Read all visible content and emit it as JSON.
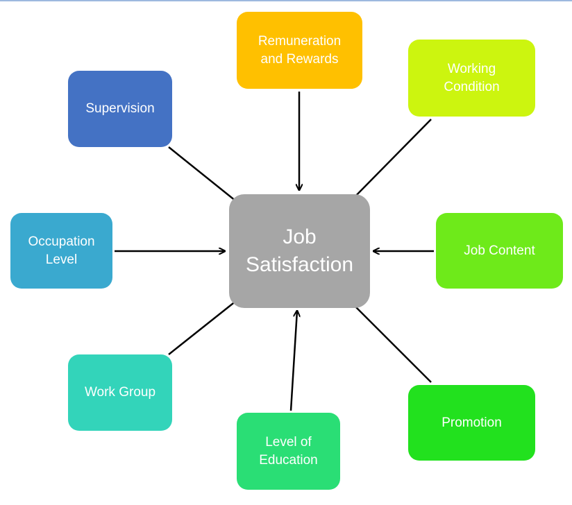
{
  "center": {
    "label_line1": "Job",
    "label_line2": "Satisfaction",
    "color": "#A6A6A6"
  },
  "factors": [
    {
      "id": "remuneration",
      "line1": "Remuneration",
      "line2": "and Rewards",
      "color": "#FFC000"
    },
    {
      "id": "working-condition",
      "line1": "Working",
      "line2": "Condition",
      "color": "#CCF50F"
    },
    {
      "id": "supervision",
      "line1": "Supervision",
      "line2": "",
      "color": "#4472C4"
    },
    {
      "id": "occupation-level",
      "line1": "Occupation",
      "line2": "Level",
      "color": "#3AA9CF"
    },
    {
      "id": "job-content",
      "line1": "Job Content",
      "line2": "",
      "color": "#6EEA1A"
    },
    {
      "id": "work-group",
      "line1": "Work Group",
      "line2": "",
      "color": "#33D4BA"
    },
    {
      "id": "level-of-education",
      "line1": "Level of",
      "line2": "Education",
      "color": "#2ADE75"
    },
    {
      "id": "promotion",
      "line1": "Promotion",
      "line2": "",
      "color": "#22E11E"
    }
  ]
}
